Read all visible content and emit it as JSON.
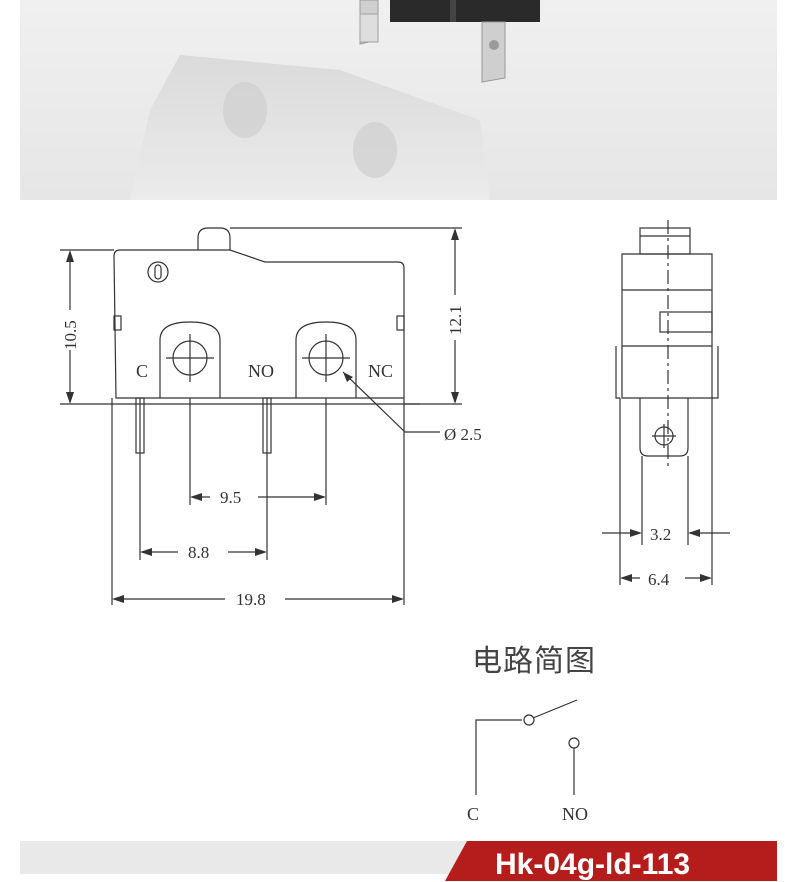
{
  "photo": {
    "description_alt": "micro switch product photo"
  },
  "front_view": {
    "terminal_labels": {
      "c": "C",
      "no": "NO",
      "nc": "NC"
    },
    "dimensions": {
      "height_left": "10.5",
      "height_right": "12.1",
      "hole_diameter": "Ø 2.5",
      "pitch_inner": "9.5",
      "pitch_left": "8.8",
      "width_total": "19.8"
    }
  },
  "side_view": {
    "dimensions": {
      "terminal_width": "3.2",
      "body_width": "6.4"
    }
  },
  "schematic": {
    "title": "电路简图",
    "labels": {
      "c": "C",
      "no": "NO"
    }
  },
  "footer": {
    "model": "Hk-04g-ld-113"
  },
  "colors": {
    "accent": "#b51d1d",
    "line": "#333333"
  }
}
